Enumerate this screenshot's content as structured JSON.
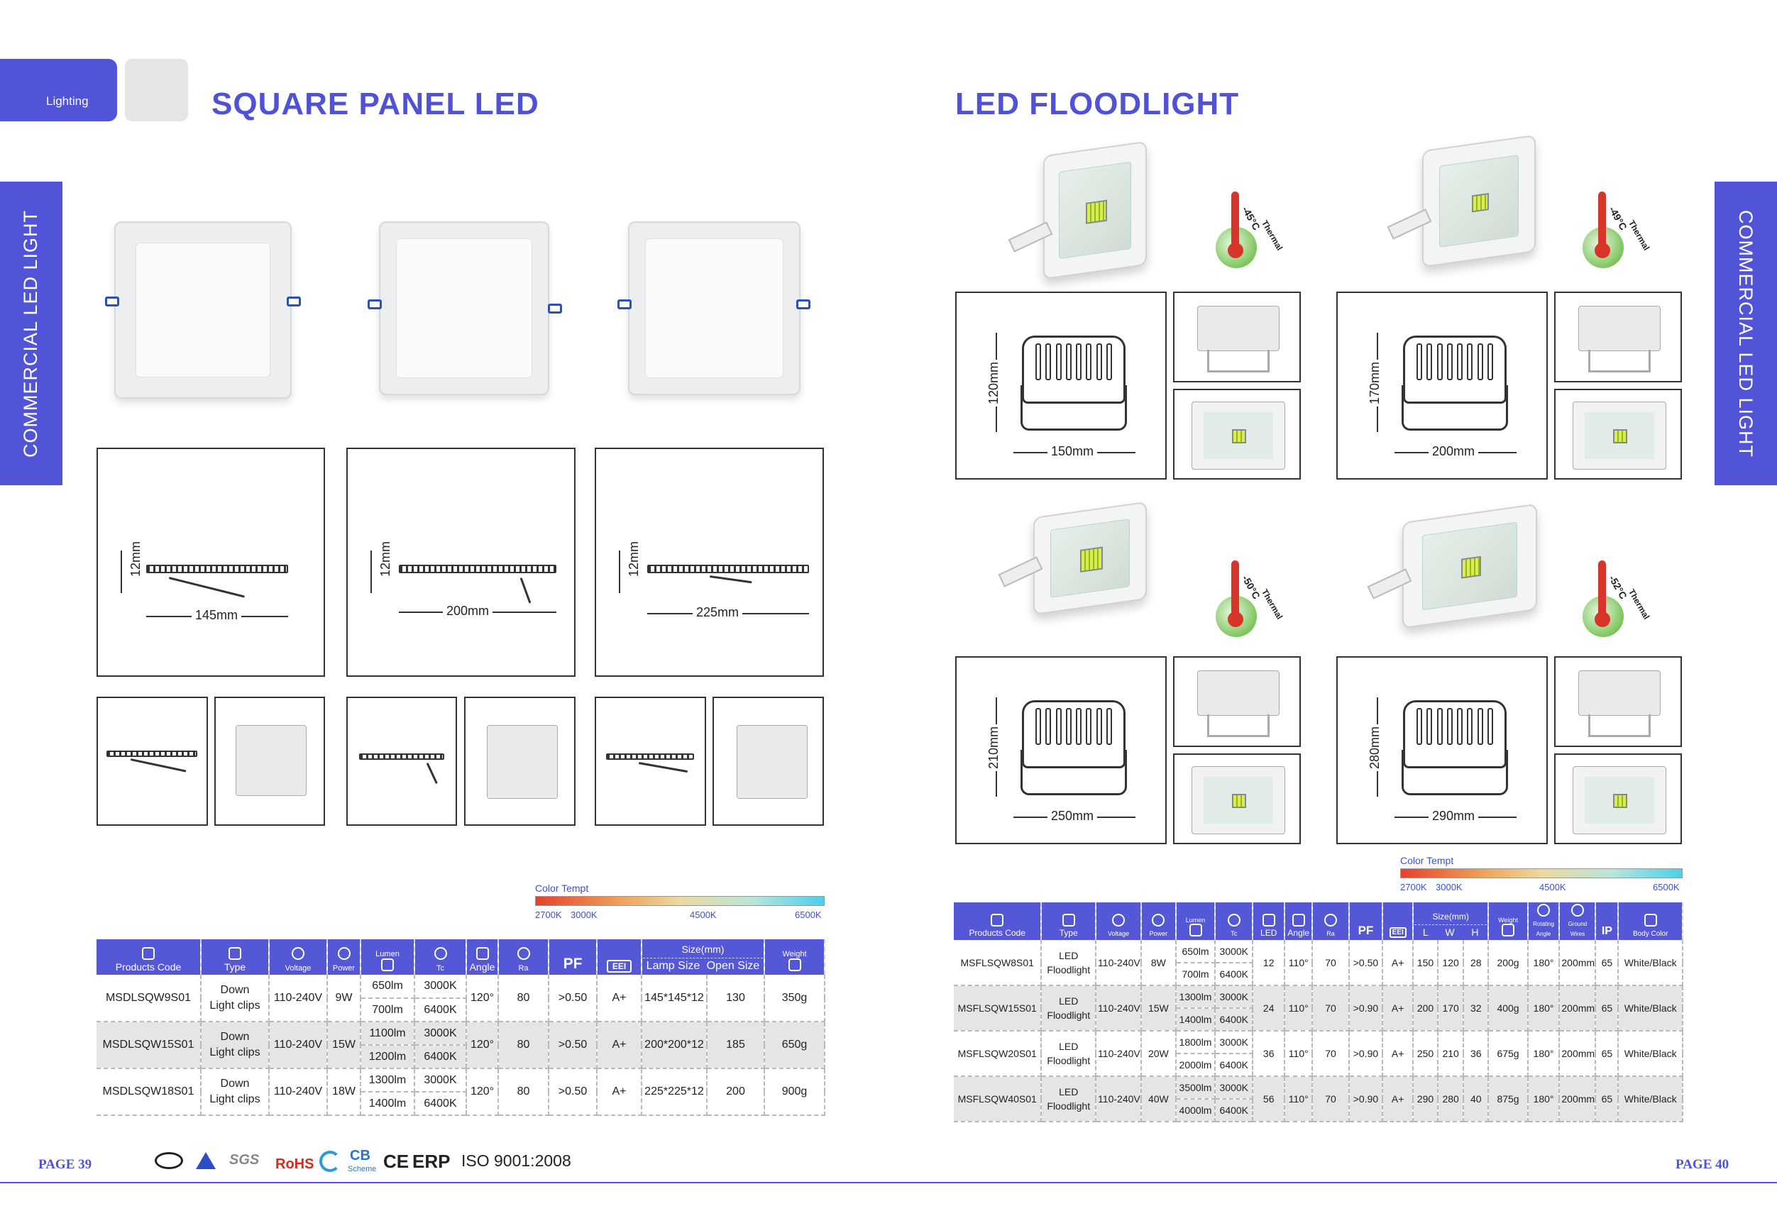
{
  "left_page": {
    "tab_label": "Lighting",
    "title": "SQUARE PANEL LED",
    "side_label": "COMMERCIAL LED LIGHT",
    "dims": {
      "height": "12mm",
      "widths": [
        "145mm",
        "200mm",
        "225mm"
      ]
    },
    "color_temp": {
      "title": "Color Tempt",
      "labels": [
        "2700K",
        "3000K",
        "4500K",
        "6500K"
      ]
    },
    "table": {
      "headers": {
        "products_code": "Products Code",
        "type": "Type",
        "voltage": "Voltage",
        "power": "Power",
        "lumen": "Lumen",
        "tc": "Tc",
        "angle": "Angle",
        "ra": "Ra",
        "pf": "PF",
        "eei": "EEI",
        "size": "Size(mm)",
        "lamp_size": "Lamp Size",
        "open_size": "Open Size",
        "weight": "Weight"
      },
      "rows": [
        {
          "code": "MSDLSQW9S01",
          "type_a": "Down",
          "type_b": "Light clips",
          "voltage": "110-240V",
          "power": "9W",
          "lumen_a": "650lm",
          "lumen_b": "700lm",
          "tc_a": "3000K",
          "tc_b": "6400K",
          "angle": "120°",
          "ra": "80",
          "pf": ">0.50",
          "eei": "A+",
          "lamp_size": "145*145*12",
          "open_size": "130",
          "weight": "350g"
        },
        {
          "code": "MSDLSQW15S01",
          "type_a": "Down",
          "type_b": "Light clips",
          "voltage": "110-240V",
          "power": "15W",
          "lumen_a": "1100lm",
          "lumen_b": "1200lm",
          "tc_a": "3000K",
          "tc_b": "6400K",
          "angle": "120°",
          "ra": "80",
          "pf": ">0.50",
          "eei": "A+",
          "lamp_size": "200*200*12",
          "open_size": "185",
          "weight": "650g"
        },
        {
          "code": "MSDLSQW18S01",
          "type_a": "Down",
          "type_b": "Light clips",
          "voltage": "110-240V",
          "power": "18W",
          "lumen_a": "1300lm",
          "lumen_b": "1400lm",
          "tc_a": "3000K",
          "tc_b": "6400K",
          "angle": "120°",
          "ra": "80",
          "pf": ">0.50",
          "eei": "A+",
          "lamp_size": "225*225*12",
          "open_size": "200",
          "weight": "900g"
        }
      ]
    },
    "page": "PAGE 39",
    "certs": {
      "sgs": "SGS",
      "rohs": "RoHS",
      "cb": "CB",
      "cb_sub": "Scheme",
      "ce": "CE",
      "erp": "ERP",
      "iso": "ISO 9001:2008"
    }
  },
  "right_page": {
    "title": "LED  FLOODLIGHT",
    "side_label": "COMMERCIAL LED LIGHT",
    "products": [
      {
        "height": "120mm",
        "width": "150mm",
        "heat": "-45°C",
        "heat_label": "Thermal"
      },
      {
        "height": "170mm",
        "width": "200mm",
        "heat": "-49°C",
        "heat_label": "Thermal"
      },
      {
        "height": "210mm",
        "width": "250mm",
        "heat": "-50°C",
        "heat_label": "Thermal"
      },
      {
        "height": "280mm",
        "width": "290mm",
        "heat": "-52°C",
        "heat_label": "Thermal"
      }
    ],
    "color_temp": {
      "title": "Color Tempt",
      "labels": [
        "2700K",
        "3000K",
        "4500K",
        "6500K"
      ]
    },
    "table": {
      "headers": {
        "products_code": "Products Code",
        "type": "Type",
        "voltage": "Voltage",
        "power": "Power",
        "lumen": "Lumen",
        "tc": "Tc",
        "led": "LED",
        "angle": "Angle",
        "ra": "Ra",
        "pf": "PF",
        "eei": "EEI",
        "size": "Size(mm)",
        "l": "L",
        "w": "W",
        "h": "H",
        "weight": "Weight",
        "rotating": "Rotating Angle",
        "ground": "Ground Wires",
        "ip": "IP",
        "body": "Body Color"
      },
      "rows": [
        {
          "code": "MSFLSQW8S01",
          "type_a": "LED",
          "type_b": "Floodlight",
          "voltage": "110-240V",
          "power": "8W",
          "lumen_a": "650lm",
          "lumen_b": "700lm",
          "tc_a": "3000K",
          "tc_b": "6400K",
          "led": "12",
          "angle": "110°",
          "ra": "70",
          "pf": ">0.50",
          "eei": "A+",
          "l": "150",
          "w": "120",
          "h": "28",
          "weight": "200g",
          "rot": "180°",
          "wire": "200mm",
          "ip": "65",
          "color": "White/Black"
        },
        {
          "code": "MSFLSQW15S01",
          "type_a": "LED",
          "type_b": "Floodlight",
          "voltage": "110-240V",
          "power": "15W",
          "lumen_a": "1300lm",
          "lumen_b": "1400lm",
          "tc_a": "3000K",
          "tc_b": "6400K",
          "led": "24",
          "angle": "110°",
          "ra": "70",
          "pf": ">0.90",
          "eei": "A+",
          "l": "200",
          "w": "170",
          "h": "32",
          "weight": "400g",
          "rot": "180°",
          "wire": "200mm",
          "ip": "65",
          "color": "White/Black"
        },
        {
          "code": "MSFLSQW20S01",
          "type_a": "LED",
          "type_b": "Floodlight",
          "voltage": "110-240V",
          "power": "20W",
          "lumen_a": "1800lm",
          "lumen_b": "2000lm",
          "tc_a": "3000K",
          "tc_b": "6400K",
          "led": "36",
          "angle": "110°",
          "ra": "70",
          "pf": ">0.90",
          "eei": "A+",
          "l": "250",
          "w": "210",
          "h": "36",
          "weight": "675g",
          "rot": "180°",
          "wire": "200mm",
          "ip": "65",
          "color": "White/Black"
        },
        {
          "code": "MSFLSQW40S01",
          "type_a": "LED",
          "type_b": "Floodlight",
          "voltage": "110-240V",
          "power": "40W",
          "lumen_a": "3500lm",
          "lumen_b": "4000lm",
          "tc_a": "3000K",
          "tc_b": "6400K",
          "led": "56",
          "angle": "110°",
          "ra": "70",
          "pf": ">0.90",
          "eei": "A+",
          "l": "290",
          "w": "280",
          "h": "40",
          "weight": "875g",
          "rot": "180°",
          "wire": "200mm",
          "ip": "65",
          "color": "White/Black"
        }
      ]
    },
    "page": "PAGE 40"
  },
  "colors": {
    "brand": "#5254d8",
    "title": "#4f52d4",
    "header_bg": "#5457d6",
    "row_shade": "#e4e5e7"
  }
}
